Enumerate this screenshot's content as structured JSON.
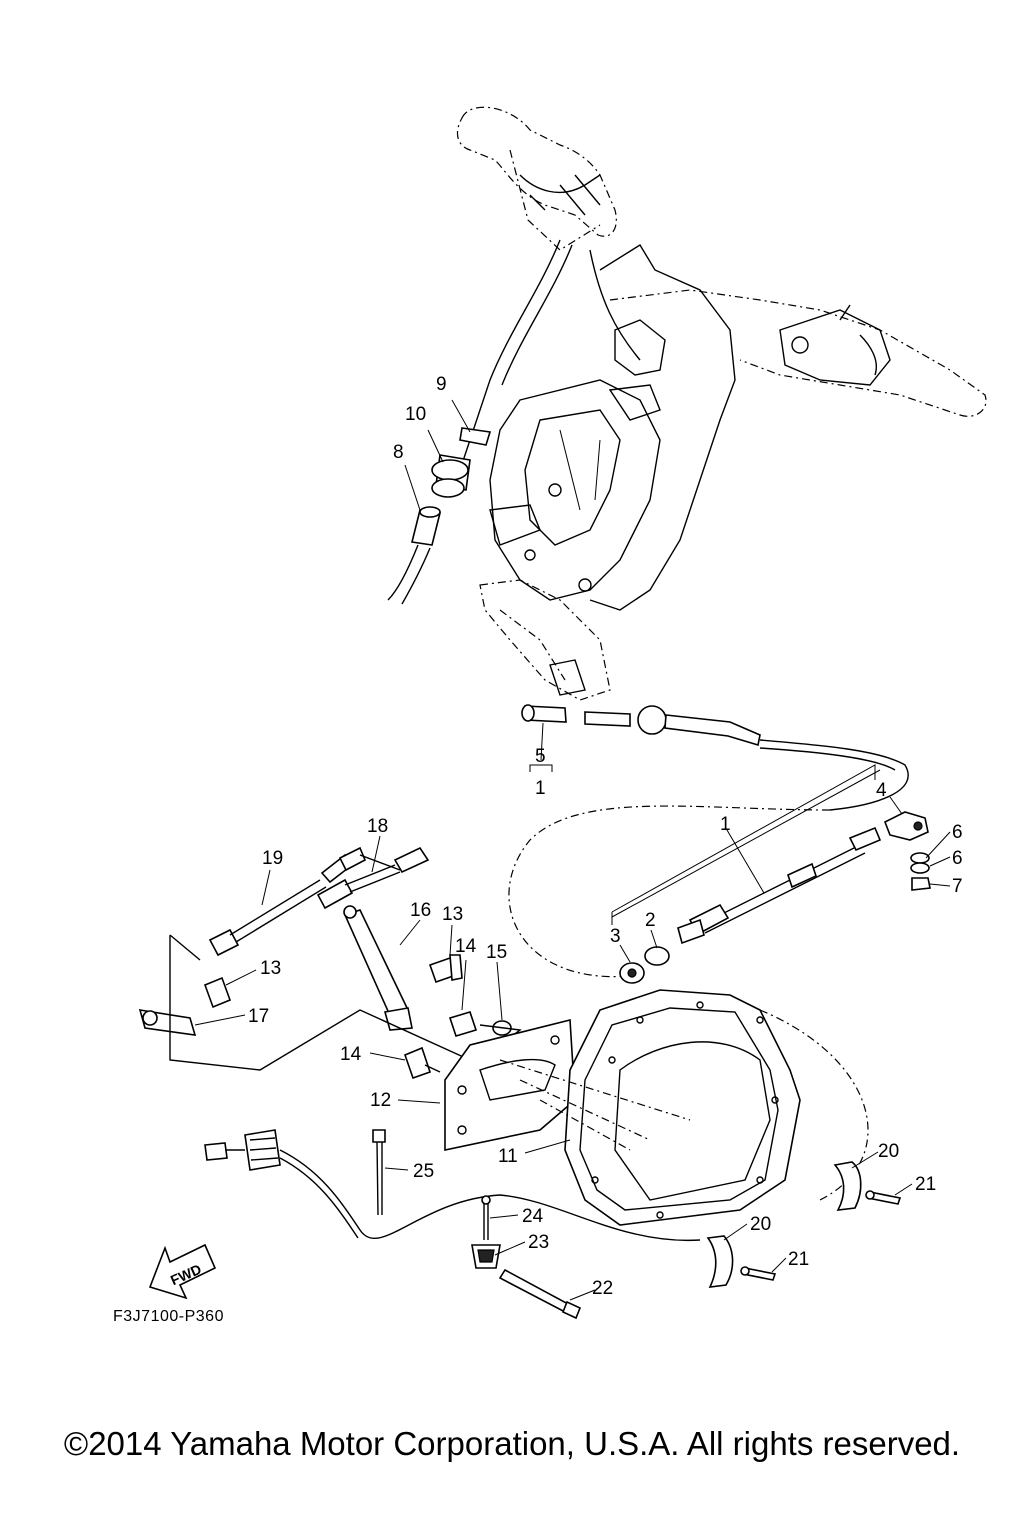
{
  "diagram": {
    "code": "F3J7100-P360",
    "fwd_label": "FWD",
    "callouts": [
      {
        "id": "c1a",
        "text": "1"
      },
      {
        "id": "c1b",
        "text": "1"
      },
      {
        "id": "c2",
        "text": "2"
      },
      {
        "id": "c3",
        "text": "3"
      },
      {
        "id": "c4",
        "text": "4"
      },
      {
        "id": "c5",
        "text": "5"
      },
      {
        "id": "c6a",
        "text": "6"
      },
      {
        "id": "c6b",
        "text": "6"
      },
      {
        "id": "c7",
        "text": "7"
      },
      {
        "id": "c8",
        "text": "8"
      },
      {
        "id": "c9",
        "text": "9"
      },
      {
        "id": "c10",
        "text": "10"
      },
      {
        "id": "c11",
        "text": "11"
      },
      {
        "id": "c12",
        "text": "12"
      },
      {
        "id": "c13a",
        "text": "13"
      },
      {
        "id": "c13b",
        "text": "13"
      },
      {
        "id": "c14a",
        "text": "14"
      },
      {
        "id": "c14b",
        "text": "14"
      },
      {
        "id": "c15",
        "text": "15"
      },
      {
        "id": "c16",
        "text": "16"
      },
      {
        "id": "c17",
        "text": "17"
      },
      {
        "id": "c18",
        "text": "18"
      },
      {
        "id": "c19",
        "text": "19"
      },
      {
        "id": "c20a",
        "text": "20"
      },
      {
        "id": "c20b",
        "text": "20"
      },
      {
        "id": "c21a",
        "text": "21"
      },
      {
        "id": "c21b",
        "text": "21"
      },
      {
        "id": "c22",
        "text": "22"
      },
      {
        "id": "c23",
        "text": "23"
      },
      {
        "id": "c24",
        "text": "24"
      },
      {
        "id": "c25",
        "text": "25"
      }
    ]
  },
  "footer": {
    "copyright": "©2014 Yamaha Motor Corporation, U.S.A. All rights reserved."
  }
}
